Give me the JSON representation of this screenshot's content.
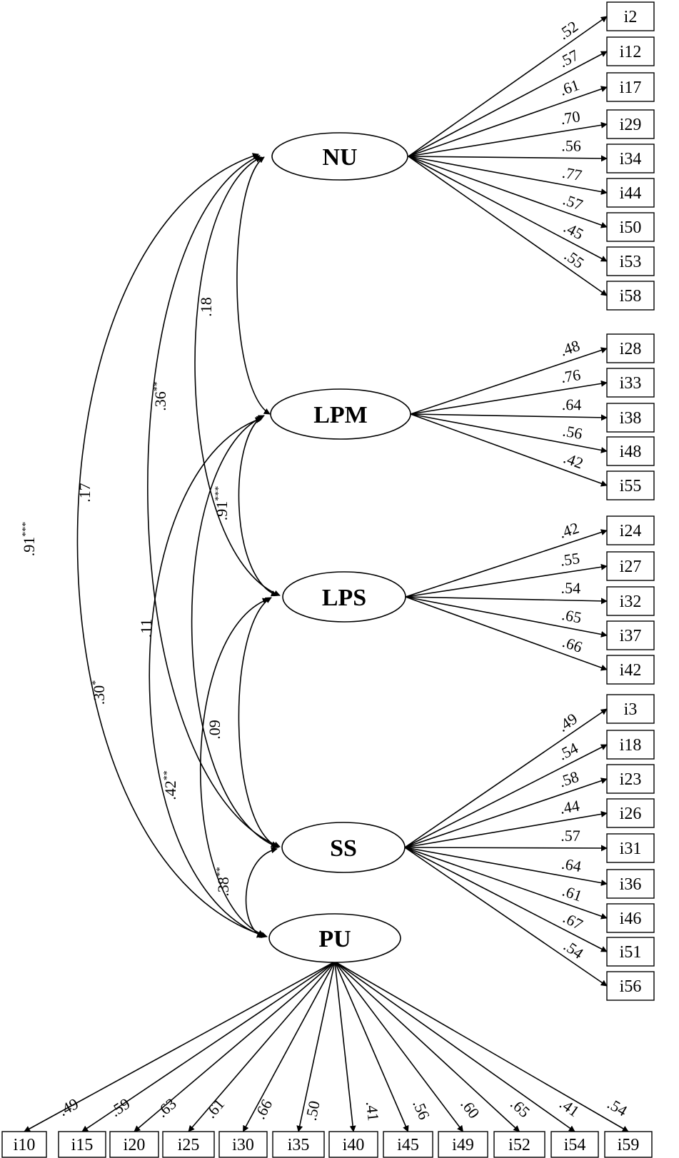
{
  "diagram": {
    "factors": [
      {
        "id": "NU",
        "label": "NU"
      },
      {
        "id": "LPM",
        "label": "LPM"
      },
      {
        "id": "LPS",
        "label": "LPS"
      },
      {
        "id": "SS",
        "label": "SS"
      },
      {
        "id": "PU",
        "label": "PU"
      }
    ],
    "indicators": {
      "NU": [
        {
          "item": "i2",
          "loading": ".52"
        },
        {
          "item": "i12",
          "loading": ".57"
        },
        {
          "item": "i17",
          "loading": ".61"
        },
        {
          "item": "i29",
          "loading": ".70"
        },
        {
          "item": "i34",
          "loading": ".56"
        },
        {
          "item": "i44",
          "loading": ".77"
        },
        {
          "item": "i50",
          "loading": ".57"
        },
        {
          "item": "i53",
          "loading": ".45"
        },
        {
          "item": "i58",
          "loading": ".55"
        }
      ],
      "LPM": [
        {
          "item": "i28",
          "loading": ".48"
        },
        {
          "item": "i33",
          "loading": ".76"
        },
        {
          "item": "i38",
          "loading": ".64"
        },
        {
          "item": "i48",
          "loading": ".56"
        },
        {
          "item": "i55",
          "loading": ".42"
        }
      ],
      "LPS": [
        {
          "item": "i24",
          "loading": ".42"
        },
        {
          "item": "i27",
          "loading": ".55"
        },
        {
          "item": "i32",
          "loading": ".54"
        },
        {
          "item": "i37",
          "loading": ".65"
        },
        {
          "item": "i42",
          "loading": ".66"
        }
      ],
      "SS": [
        {
          "item": "i3",
          "loading": ".49"
        },
        {
          "item": "i18",
          "loading": ".54"
        },
        {
          "item": "i23",
          "loading": ".58"
        },
        {
          "item": "i26",
          "loading": ".44"
        },
        {
          "item": "i31",
          "loading": ".57"
        },
        {
          "item": "i36",
          "loading": ".64"
        },
        {
          "item": "i46",
          "loading": ".61"
        },
        {
          "item": "i51",
          "loading": ".67"
        },
        {
          "item": "i56",
          "loading": ".54"
        }
      ],
      "PU": [
        {
          "item": "i10",
          "loading": ".49"
        },
        {
          "item": "i15",
          "loading": ".59"
        },
        {
          "item": "i20",
          "loading": ".63"
        },
        {
          "item": "i25",
          "loading": ".61"
        },
        {
          "item": "i30",
          "loading": ".66"
        },
        {
          "item": "i35",
          "loading": ".50"
        },
        {
          "item": "i40",
          "loading": ".41"
        },
        {
          "item": "i45",
          "loading": ".56"
        },
        {
          "item": "i49",
          "loading": ".60"
        },
        {
          "item": "i52",
          "loading": ".65"
        },
        {
          "item": "i54",
          "loading": ".41"
        },
        {
          "item": "i59",
          "loading": ".54"
        }
      ]
    },
    "correlations": [
      {
        "from": "NU",
        "to": "LPM",
        "value": ".18",
        "sig": ""
      },
      {
        "from": "NU",
        "to": "LPS",
        "value": ".36",
        "sig": "**"
      },
      {
        "from": "NU",
        "to": "SS",
        "value": ".17",
        "sig": ""
      },
      {
        "from": "NU",
        "to": "PU",
        "value": ".91",
        "sig": "***"
      },
      {
        "from": "LPM",
        "to": "LPS",
        "value": ".91",
        "sig": "***"
      },
      {
        "from": "LPM",
        "to": "SS",
        "value": ".11",
        "sig": ""
      },
      {
        "from": "LPM",
        "to": "PU",
        "value": ".30",
        "sig": "*"
      },
      {
        "from": "LPS",
        "to": "SS",
        "value": ".09",
        "sig": ""
      },
      {
        "from": "LPS",
        "to": "PU",
        "value": ".42",
        "sig": "**"
      },
      {
        "from": "SS",
        "to": "PU",
        "value": ".38",
        "sig": "**"
      }
    ]
  }
}
